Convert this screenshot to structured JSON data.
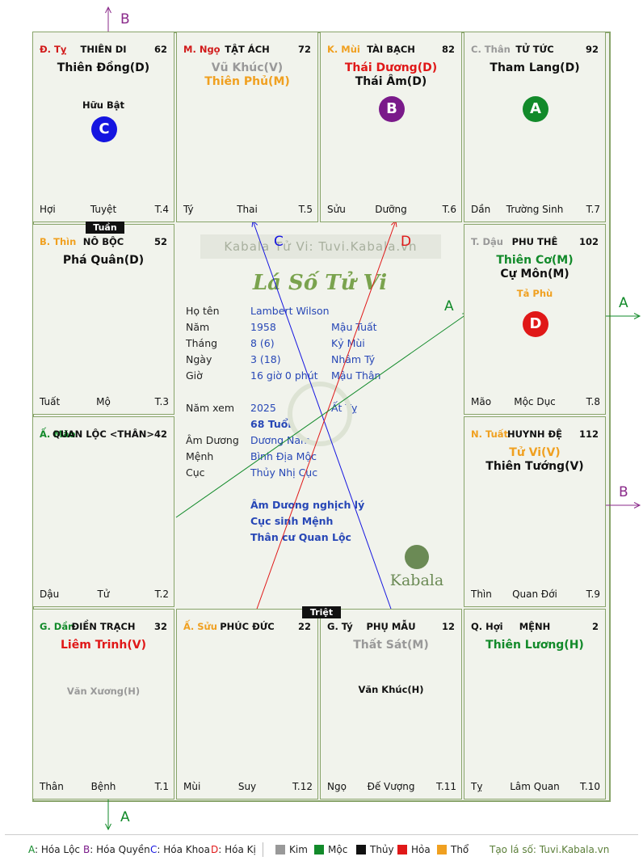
{
  "palaces": [
    {
      "id": "ty",
      "can_chi": "Đ. Tỵ",
      "can_color": "#d11a1a",
      "name": "THIÊN DI",
      "number": "62",
      "stars": [
        {
          "text": "Thiên Đồng(D)",
          "color": "#111111"
        }
      ],
      "minor": [
        {
          "text": "Hữu Bật",
          "color": "#111111"
        }
      ],
      "circle": {
        "letter": "C",
        "color": "#1515e0"
      },
      "bottom_left": "Hợi",
      "bottom_center": "Tuyệt",
      "bottom_right": "T.4"
    },
    {
      "id": "ngo",
      "can_chi": "M. Ngọ",
      "can_color": "#d11a1a",
      "name": "TẬT ÁCH",
      "number": "72",
      "stars": [
        {
          "text": "Vũ Khúc(V)",
          "color": "#999999"
        },
        {
          "text": "Thiên Phủ(M)",
          "color": "#f0a020"
        }
      ],
      "minor": [],
      "bottom_left": "Tý",
      "bottom_center": "Thai",
      "bottom_right": "T.5"
    },
    {
      "id": "mui",
      "can_chi": "K. Mùi",
      "can_color": "#f0a020",
      "name": "TÀI BẠCH",
      "number": "82",
      "stars": [
        {
          "text": "Thái Dương(D)",
          "color": "#e01818"
        },
        {
          "text": "Thái Âm(D)",
          "color": "#111111"
        }
      ],
      "minor": [],
      "circle": {
        "letter": "B",
        "color": "#7a1a8a"
      },
      "bottom_left": "Sửu",
      "bottom_center": "Dưỡng",
      "bottom_right": "T.6"
    },
    {
      "id": "than",
      "can_chi": "C. Thân",
      "can_color": "#999999",
      "name": "TỬ TỨC",
      "number": "92",
      "stars": [
        {
          "text": "Tham Lang(D)",
          "color": "#111111"
        }
      ],
      "minor": [],
      "circle": {
        "letter": "A",
        "color": "#128a2a"
      },
      "bottom_left": "Dần",
      "bottom_center": "Trường Sinh",
      "bottom_right": "T.7"
    },
    {
      "id": "thin",
      "can_chi": "B. Thìn",
      "can_color": "#f0a020",
      "name": "NÔ BỘC",
      "number": "52",
      "stars": [
        {
          "text": "Phá Quân(D)",
          "color": "#111111"
        }
      ],
      "minor": [],
      "bottom_left": "Tuất",
      "bottom_center": "Mộ",
      "bottom_right": "T.3"
    },
    {
      "id": "dau",
      "can_chi": "T. Dậu",
      "can_color": "#999999",
      "name": "PHU THÊ",
      "number": "102",
      "stars": [
        {
          "text": "Thiên Cơ(M)",
          "color": "#128a2a"
        },
        {
          "text": "Cự Môn(M)",
          "color": "#111111"
        }
      ],
      "minor": [
        {
          "text": "Tả Phù",
          "color": "#f0a020"
        }
      ],
      "circle": {
        "letter": "D",
        "color": "#e01818"
      },
      "bottom_left": "Mão",
      "bottom_center": "Mộc Dục",
      "bottom_right": "T.8"
    },
    {
      "id": "mao",
      "can_chi": "Ấ. Mão",
      "can_color": "#128a2a",
      "name": "QUAN LỘC <THÂN>",
      "number": "42",
      "stars": [],
      "minor": [],
      "bottom_left": "Dậu",
      "bottom_center": "Tử",
      "bottom_right": "T.2"
    },
    {
      "id": "tuat",
      "can_chi": "N. Tuất",
      "can_color": "#f0a020",
      "name": "HUYNH ĐỆ",
      "number": "112",
      "stars": [
        {
          "text": "Tử Vi(V)",
          "color": "#f0a020"
        },
        {
          "text": "Thiên Tướng(V)",
          "color": "#111111"
        }
      ],
      "minor": [],
      "bottom_left": "Thìn",
      "bottom_center": "Quan Đới",
      "bottom_right": "T.9"
    },
    {
      "id": "dan",
      "can_chi": "G. Dần",
      "can_color": "#128a2a",
      "name": "ĐIỀN TRẠCH",
      "number": "32",
      "stars": [
        {
          "text": "Liêm Trinh(V)",
          "color": "#e01818"
        }
      ],
      "minor": [
        {
          "text": "Văn Xương(H)",
          "color": "#999999"
        }
      ],
      "bottom_left": "Thân",
      "bottom_center": "Bệnh",
      "bottom_right": "T.1"
    },
    {
      "id": "suu",
      "can_chi": "Ấ. Sửu",
      "can_color": "#f0a020",
      "name": "PHÚC ĐỨC",
      "number": "22",
      "stars": [],
      "minor": [],
      "bottom_left": "Mùi",
      "bottom_center": "Suy",
      "bottom_right": "T.12"
    },
    {
      "id": "ty2",
      "can_chi": "G. Tý",
      "can_color": "#111111",
      "name": "PHỤ MẪU",
      "number": "12",
      "stars": [
        {
          "text": "Thất Sát(M)",
          "color": "#999999"
        }
      ],
      "minor": [
        {
          "text": "Văn Khúc(H)",
          "color": "#111111"
        }
      ],
      "bottom_left": "Ngọ",
      "bottom_center": "Đế Vượng",
      "bottom_right": "T.11"
    },
    {
      "id": "hoi",
      "can_chi": "Q. Hợi",
      "can_color": "#111111",
      "name": "MỆNH",
      "number": "2",
      "stars": [
        {
          "text": "Thiên Lương(H)",
          "color": "#128a2a"
        }
      ],
      "minor": [],
      "bottom_left": "Tỵ",
      "bottom_center": "Lâm Quan",
      "bottom_right": "T.10"
    }
  ],
  "tags": {
    "tuan": "Tuần",
    "triet": "Triệt"
  },
  "center": {
    "watermark": "Kabala Tử Vi: Tuvi.Kabala.vn",
    "title": "Lá Số Tử Vi",
    "rows": [
      {
        "label": "Họ tên",
        "v1": "Lambert Wilson",
        "v2": ""
      },
      {
        "label": "Năm",
        "v1": "1958",
        "v2": "Mậu Tuất"
      },
      {
        "label": "Tháng",
        "v1": "8  (6)",
        "v2": "Kỷ Mùi"
      },
      {
        "label": "Ngày",
        "v1": "3  (18)",
        "v2": "Nhâm Tý"
      },
      {
        "label": "Giờ",
        "v1": "16 giờ 0 phút",
        "v2": "Mậu Thân"
      }
    ],
    "year_label": "Năm xem",
    "year_value": "2025",
    "year_can": "Ất Tỵ",
    "age": "68 Tuổi",
    "rows2": [
      {
        "label": "Âm Dương",
        "v1": "Dương Nam"
      },
      {
        "label": "Mệnh",
        "v1": "Bình Địa Mộc"
      },
      {
        "label": "Cục",
        "v1": "Thủy Nhị Cục"
      }
    ],
    "notes": [
      "Âm Dương nghịch lý",
      "Cục sinh Mệnh",
      "Thân cư Quan Lộc"
    ],
    "logo_text": "Kabala"
  },
  "arrows": {
    "outer": [
      {
        "label": "B"
      },
      {
        "label": "A"
      },
      {
        "label": "B"
      },
      {
        "label": "A"
      }
    ],
    "inner": [
      {
        "label": "C"
      },
      {
        "label": "D"
      },
      {
        "label": "A"
      }
    ]
  },
  "legend": {
    "items": [
      {
        "letter": "A",
        "text": ": Hóa Lộc",
        "color": "#128a2a"
      },
      {
        "letter": "B",
        "text": ": Hóa Quyền",
        "color": "#7a1a8a"
      },
      {
        "letter": "C",
        "text": ": Hóa Khoa",
        "color": "#1515e0"
      },
      {
        "letter": "D",
        "text": ": Hóa Kị",
        "color": "#e01818"
      }
    ],
    "elements": [
      {
        "name": "Kim",
        "color": "#999999"
      },
      {
        "name": "Mộc",
        "color": "#128a2a"
      },
      {
        "name": "Thủy",
        "color": "#111111"
      },
      {
        "name": "Hỏa",
        "color": "#e01818"
      },
      {
        "name": "Thổ",
        "color": "#f0a020"
      }
    ],
    "site": "Tạo lá số: Tuvi.Kabala.vn"
  },
  "colors": {
    "border": "#88a46a",
    "bg": "#f1f3ec",
    "accent": "#5c7f3a"
  }
}
